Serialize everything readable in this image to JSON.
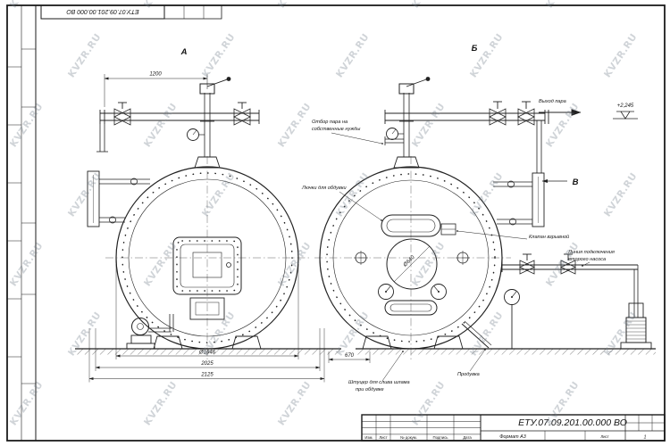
{
  "watermark": {
    "text": "KVZR.RU"
  },
  "frame": {
    "doc_number_top": "ЕТУ.07.09.201.00.000 ВО"
  },
  "views": {
    "front_label": "А",
    "rear_label": "Б",
    "side_label": "В"
  },
  "annotations": {
    "steam_out": "Выход пара",
    "elevation": "+2,245",
    "own_needs_line1": "Отбор пара на",
    "own_needs_line2": "собственные нужды",
    "blow_hatches": "Лючки для обдувки",
    "explosion_valve": "Клапан взрывной",
    "pump_line_line1": "Линия подключения",
    "pump_line_line2": "второго насоса",
    "sludge_line1": "Штуцер для слива шлама",
    "sludge_line2": "при обдувке",
    "blowdown": "Продувка"
  },
  "dimensions": {
    "pipe_span": "1200",
    "shell_diameter": "Ø1646",
    "support_span": "2025",
    "overall_width": "2125",
    "manhole_diameter": "Ø640",
    "rear_offset": "670"
  },
  "titleblock": {
    "doc_number": "ЕТУ.07.09.201.00.000 ВО",
    "format_note": "Формат А3",
    "col_izm": "Изм.",
    "col_list": "Лист",
    "col_doc": "№ докум.",
    "col_sign": "Подпись",
    "col_date": "Дата",
    "sheet_label": "Лист",
    "sheet_value": "1"
  }
}
